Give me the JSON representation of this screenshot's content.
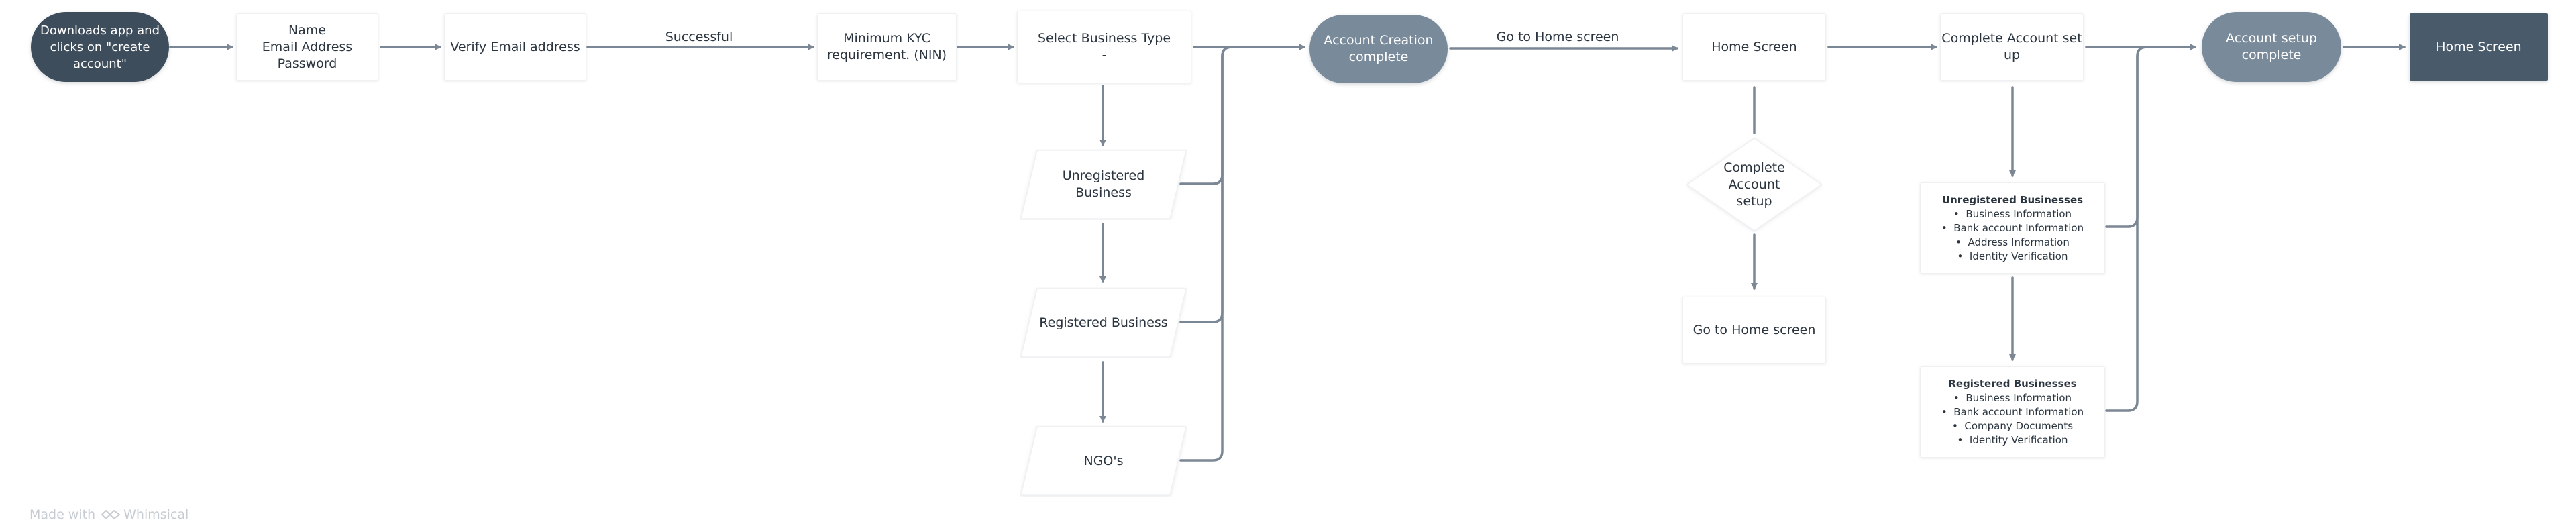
{
  "nodes": {
    "start": "Downloads app and\nclicks on \"create\naccount\"",
    "details": "Name\nEmail Address\nPassword",
    "verify": "Verify Email address",
    "kyc": "Minimum KYC\nrequirement. (NIN)",
    "select_type": "Select Business Type\n-",
    "unregistered": "Unregistered\nBusiness",
    "registered": "Registered Business",
    "ngo": "NGO's",
    "account_created": "Account Creation\ncomplete",
    "home1": "Home Screen",
    "complete_setup_decision": "Complete\nAccount\nsetup",
    "go_home": "Go to Home screen",
    "complete_setup": "Complete Account set\nup",
    "setup_complete": "Account setup\ncomplete",
    "home_final": "Home Screen"
  },
  "lists": {
    "unregistered": {
      "title": "Unregistered Businesses",
      "items": [
        "Business Information",
        "Bank account Information",
        "Address Information",
        "Identity Verification"
      ]
    },
    "registered": {
      "title": "Registered Businesses",
      "items": [
        "Business Information",
        "Bank account Information",
        "Company Documents",
        "Identity Verification"
      ]
    }
  },
  "edge_labels": {
    "successful": "Successful",
    "go_home": "Go to Home screen"
  },
  "footer": {
    "made_with": "Made with",
    "brand": "Whimsical"
  },
  "colors": {
    "connector": "#7b8794",
    "dark_pill": "#3e4d5b",
    "mid_pill": "#798a9a",
    "dark_box": "#495b6b"
  }
}
